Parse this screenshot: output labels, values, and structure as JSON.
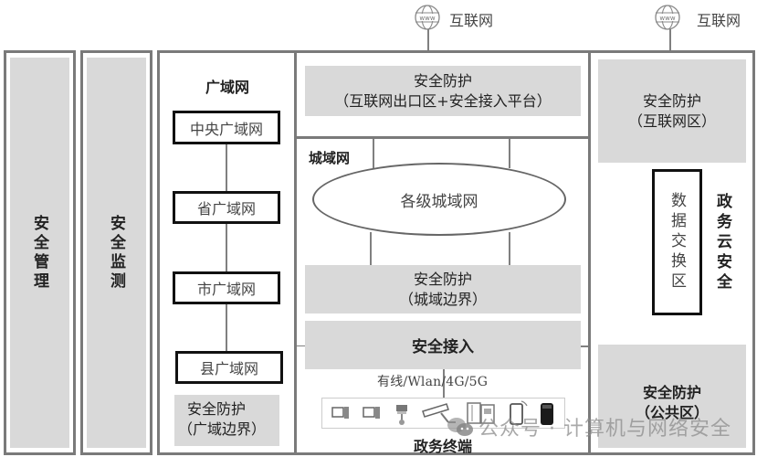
{
  "internet": [
    {
      "label": "互联网",
      "icon": "globe-www-icon"
    },
    {
      "label": "互联网",
      "icon": "globe-www-icon"
    }
  ],
  "left_columns": [
    {
      "label": "安全管理"
    },
    {
      "label": "安全监测"
    }
  ],
  "wan": {
    "title": "广域网",
    "nodes": [
      "中央广域网",
      "省广域网",
      "市广域网",
      "县广域网"
    ],
    "protection": {
      "line1": "安全防护",
      "line2": "（广域边界）"
    }
  },
  "center": {
    "top_protection": {
      "line1": "安全防护",
      "line2": "（互联网出口区+安全接入平台）"
    },
    "man_title": "城域网",
    "ellipse_label": "各级城域网",
    "man_protection": {
      "line1": "安全防护",
      "line2": "（城域边界）"
    },
    "secure_access": "安全接入",
    "access_methods": "有线/Wlan/4G/5G",
    "terminals_label": "政务终端",
    "devices": [
      "desktop-computer-icon",
      "desktop-computer-icon",
      "pos-terminal-icon",
      "surveillance-camera-icon",
      "kiosk-icon",
      "tablet-icon",
      "smart-speaker-icon"
    ]
  },
  "right": {
    "internet_protection": {
      "line1": "安全防护",
      "line2": "（互联网区）"
    },
    "data_exchange": "数据交换区",
    "cloud_security": "政务云安全",
    "public_protection": {
      "line1": "安全防护",
      "line2": "（公共区）"
    }
  },
  "watermark": "公众号 · 计算机与网络安全"
}
